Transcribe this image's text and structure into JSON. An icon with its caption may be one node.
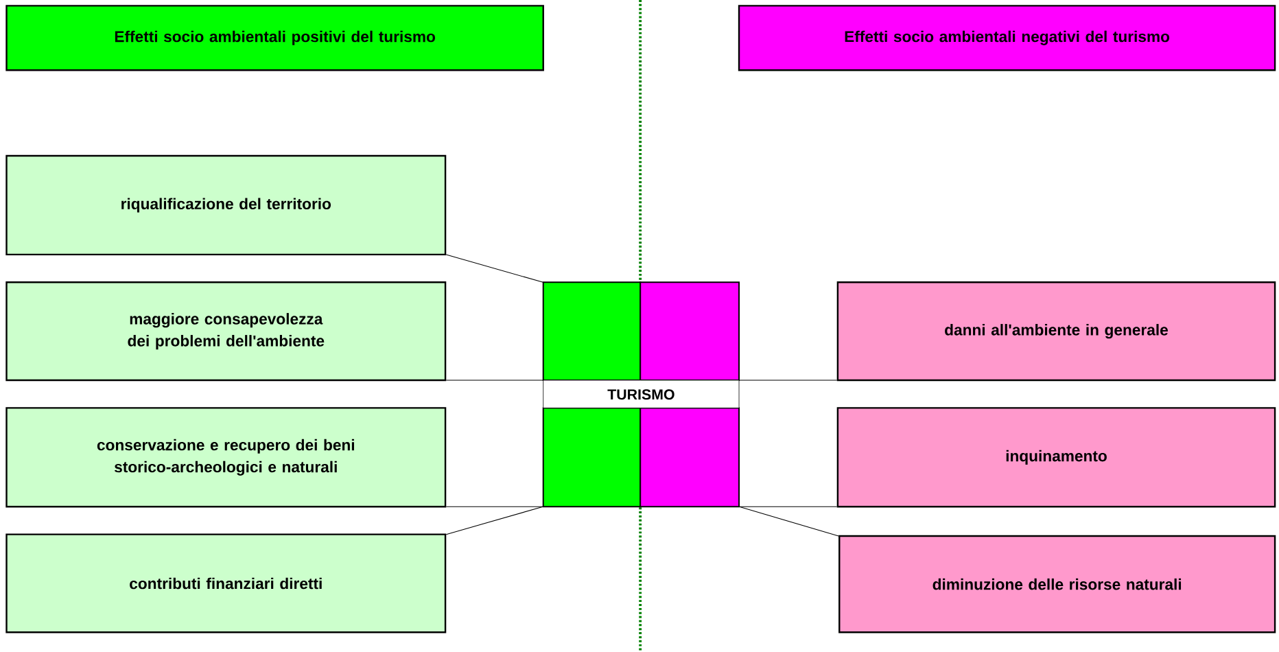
{
  "diagram": {
    "nodes": [
      {
        "text": [
          "Effetti socio ambientali positivi del turismo"
        ]
      },
      {
        "text": [
          "Effetti socio ambientali negativi del turismo"
        ]
      },
      {
        "text": [
          "TURISMO"
        ]
      },
      {
        "text": [
          "riqualificazione del territorio"
        ]
      },
      {
        "text": [
          "maggiore consapevolezza dei problemi dell'ambiente"
        ]
      },
      {
        "text": [
          "conservazione e recupero dei beni storico-archeologici e naturali"
        ]
      },
      {
        "text": [
          "contributi finanziari diretti"
        ]
      },
      {
        "text": [
          "danni all'ambiente in generale"
        ]
      },
      {
        "text": [
          "inquinamento"
        ]
      },
      {
        "text": [
          "diminuzione delle risorse naturali"
        ]
      }
    ],
    "edges": [
      {
        "from": 3,
        "to": 2,
        "arrow": "none"
      },
      {
        "from": 4,
        "to": 2,
        "arrow": "none"
      },
      {
        "from": 5,
        "to": 2,
        "arrow": "none"
      },
      {
        "from": 6,
        "to": 2,
        "arrow": "none"
      },
      {
        "from": 2,
        "to": 7,
        "arrow": "none"
      },
      {
        "from": 2,
        "to": 8,
        "arrow": "none"
      },
      {
        "from": 2,
        "to": 9,
        "arrow": "none"
      }
    ]
  }
}
